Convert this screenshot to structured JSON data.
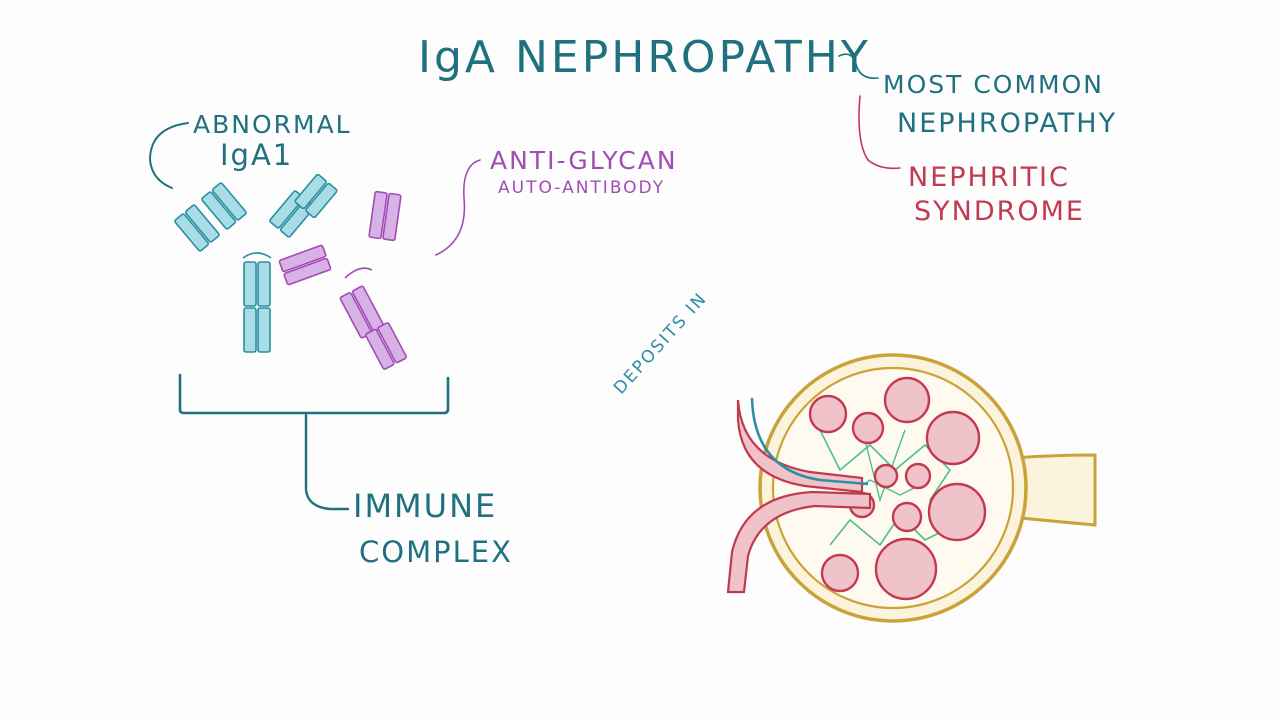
{
  "title": "IgA NEPHROPATHY",
  "labels": {
    "abnormal_line1": "ABNORMAL",
    "abnormal_line2": "IgA1",
    "anti_glycan_line1": "ANTI-GLYCAN",
    "anti_glycan_line2": "AUTO-ANTIBODY",
    "most_common_line1": "MOST COMMON",
    "most_common_line2": "NEPHROPATHY",
    "nephritic_line1": "NEPHRITIC",
    "nephritic_line2": "SYNDROME",
    "immune_line1": "IMMUNE",
    "immune_line2": "COMPLEX",
    "deposits": "DEPOSITS IN"
  },
  "colors": {
    "teal": "#1f7180",
    "iga_blue": "#a9dde6",
    "iga_stroke": "#2c8fa3",
    "antibody_purple": "#d7b2e6",
    "antibody_stroke": "#a24cb5",
    "red": "#c23a4f",
    "capillary_fill": "#f0c3cb",
    "capsule_gold": "#c9a33a",
    "capsule_fill": "#fbf3dc",
    "mesangium_green": "#4cbf8a"
  },
  "icons": [
    "iga1-antibody-icon",
    "anti-glycan-antibody-icon",
    "glomerulus-icon"
  ]
}
